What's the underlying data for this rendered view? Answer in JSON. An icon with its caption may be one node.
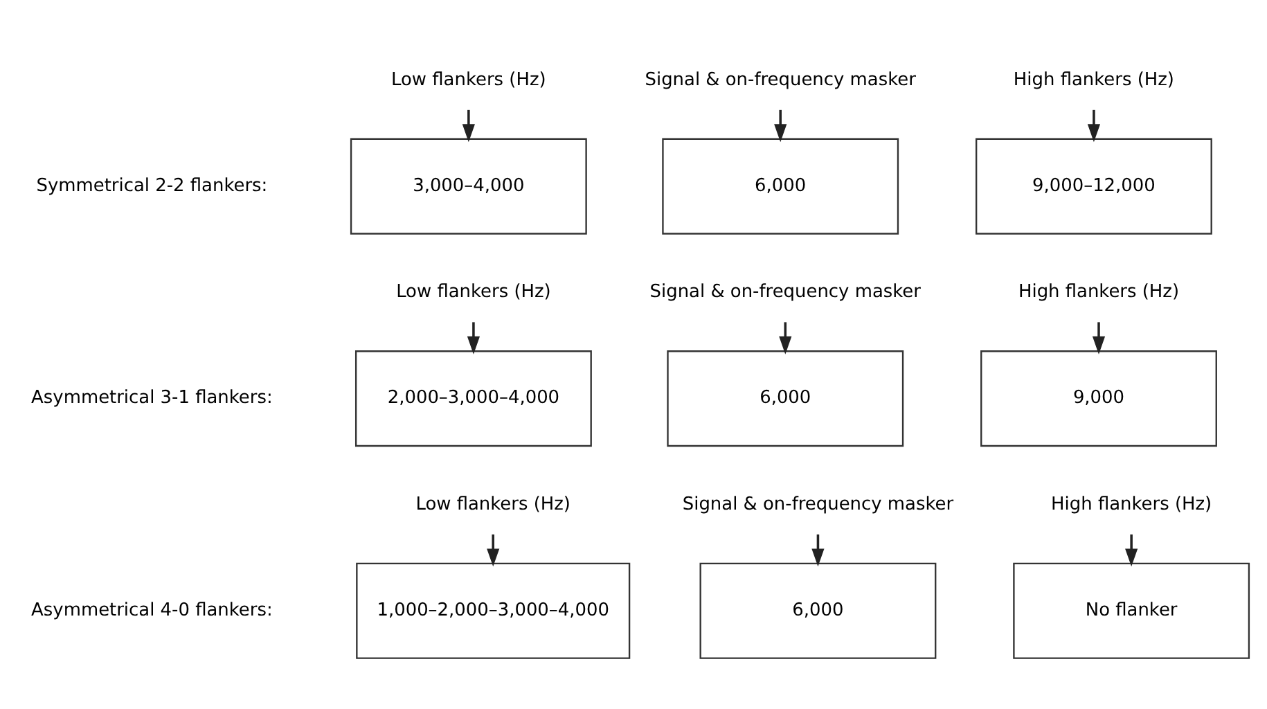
{
  "diagram": {
    "nodes": [
      {
        "text": [
          "Low flankers (Hz)"
        ]
      },
      {
        "text": [
          "Signal & on-frequency masker"
        ]
      },
      {
        "text": [
          "High flankers (Hz)"
        ]
      },
      {
        "text": [
          "3,000–4,000"
        ]
      },
      {
        "text": [
          "6,000"
        ]
      },
      {
        "text": [
          "9,000–12,000"
        ]
      },
      {
        "text": [
          "Low flankers (Hz)"
        ]
      },
      {
        "text": [
          "Signal & on-frequency masker"
        ]
      },
      {
        "text": [
          "High flankers (Hz)"
        ]
      },
      {
        "text": [
          "2,000–3,000–4,000"
        ]
      },
      {
        "text": [
          "6,000"
        ]
      },
      {
        "text": [
          "9,000"
        ]
      },
      {
        "text": [
          "Low flankers (Hz)"
        ]
      },
      {
        "text": [
          "Signal & on-frequency masker"
        ]
      },
      {
        "text": [
          "High flankers (Hz)"
        ]
      },
      {
        "text": [
          "1,000–2,000–3,000–4,000"
        ]
      },
      {
        "text": [
          "6,000"
        ]
      },
      {
        "text": [
          "No flanker"
        ]
      }
    ],
    "edges": [
      {
        "from": 0,
        "to": 3,
        "arrow": "to"
      },
      {
        "from": 1,
        "to": 4,
        "arrow": "to"
      },
      {
        "from": 2,
        "to": 5,
        "arrow": "to"
      },
      {
        "from": 6,
        "to": 9,
        "arrow": "to"
      },
      {
        "from": 7,
        "to": 10,
        "arrow": "to"
      },
      {
        "from": 8,
        "to": 11,
        "arrow": "to"
      },
      {
        "from": 12,
        "to": 15,
        "arrow": "to"
      },
      {
        "from": 13,
        "to": 16,
        "arrow": "to"
      },
      {
        "from": 14,
        "to": 17,
        "arrow": "to"
      }
    ],
    "labels": [
      "Symmetrical 2-2 flankers:",
      "Asymmetrical 3-1 flankers:",
      "Asymmetrical 4-0 flankers:"
    ]
  }
}
